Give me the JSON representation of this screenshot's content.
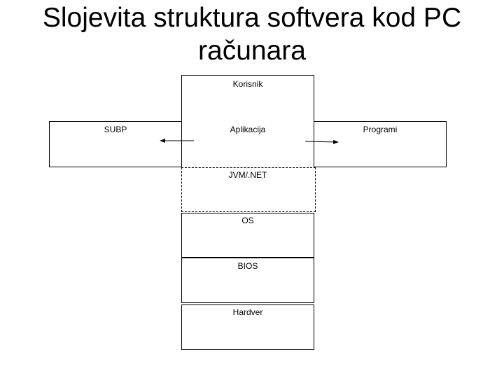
{
  "title": {
    "line1": "Slojevita struktura softvera kod PC",
    "line2": "računara"
  },
  "diagram": {
    "korisnik": "Korisnik",
    "subp": "SUBP",
    "aplikacija": "Aplikacija",
    "programi": "Programi",
    "jvm": "JVM/.NET",
    "os": "OS",
    "bios": "BIOS",
    "hardver": "Hardver"
  }
}
